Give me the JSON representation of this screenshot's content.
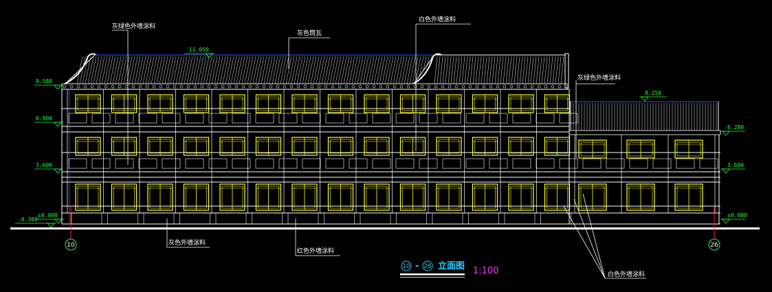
{
  "colors": {
    "background": "#000000",
    "wall": "#ffffff",
    "window": "#ffff33",
    "roof": "#c8c8c8",
    "level": "#22ff44",
    "blue_line": "#3355ff",
    "axis_red": "#ff2222",
    "title": "#22ccff",
    "scale": "#ff33ff"
  },
  "labels": {
    "grey_green_wall_left": "灰绿色外墙涂料",
    "grey_tile": "灰色筒瓦",
    "white_wall_top": "白色外墙涂料",
    "grey_green_wall_right": "灰绿色外墙涂料",
    "grey_wall_bottom": "灰色外墙涂料",
    "red_wall_bottom": "红色外墙涂料",
    "white_wall_bottom": "白色外墙涂料"
  },
  "levels": {
    "roof_ridge": "11.050",
    "left_eave": "9.580",
    "left_floor3": "6.900",
    "left_floor2": "3.600",
    "left_ground": "±0.000",
    "left_grade": "-0.300",
    "right_ridge": "8.250",
    "right_eave": "6.280",
    "right_floor2": "3.600",
    "right_ground": "±0.000"
  },
  "axes": {
    "left": "10",
    "right": "26"
  },
  "title": {
    "axis_from": "10",
    "dash": "-",
    "axis_to": "26",
    "name": "立面图",
    "scale": "1:100"
  }
}
